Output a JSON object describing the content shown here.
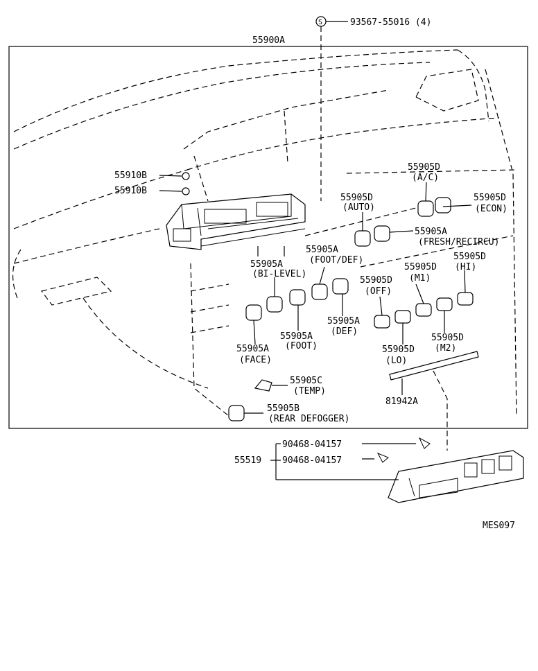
{
  "labels": {
    "screw": "93567-55016 (4)",
    "screw_symbol": "S",
    "assembly": "55900A",
    "bolt1": "55910B",
    "bolt2": "55910B",
    "ac_num": "55905D",
    "ac_name": "(A/C)",
    "econ_num": "55905D",
    "econ_name": "(ECON)",
    "auto_num": "55905D",
    "auto_name": "(AUTO)",
    "fresh_num": "55905A",
    "fresh_name": "(FRESH/RECIRCU)",
    "footdef_num": "55905A",
    "footdef_name": "(FOOT/DEF)",
    "bilevel_num": "55905A",
    "bilevel_name": "(BI-LEVEL)",
    "m1_num": "55905D",
    "m1_name": "(M1)",
    "hi_num": "55905D",
    "hi_name": "(HI)",
    "off_num": "55905D",
    "off_name": "(OFF)",
    "def_num": "55905A",
    "def_name": "(DEF)",
    "foot_num": "55905A",
    "foot_name": "(FOOT)",
    "face_num": "55905A",
    "face_name": "(FACE)",
    "lo_num": "55905D",
    "lo_name": "(LO)",
    "m2_num": "55905D",
    "m2_name": "(M2)",
    "temp_num": "55905C",
    "temp_name": "(TEMP)",
    "plate": "81942A",
    "rear_num": "55905B",
    "rear_name": "(REAR DEFOGGER)",
    "clip1": "90468-04157",
    "clip2": "90468-04157",
    "panel": "55519",
    "code": "MES097"
  }
}
